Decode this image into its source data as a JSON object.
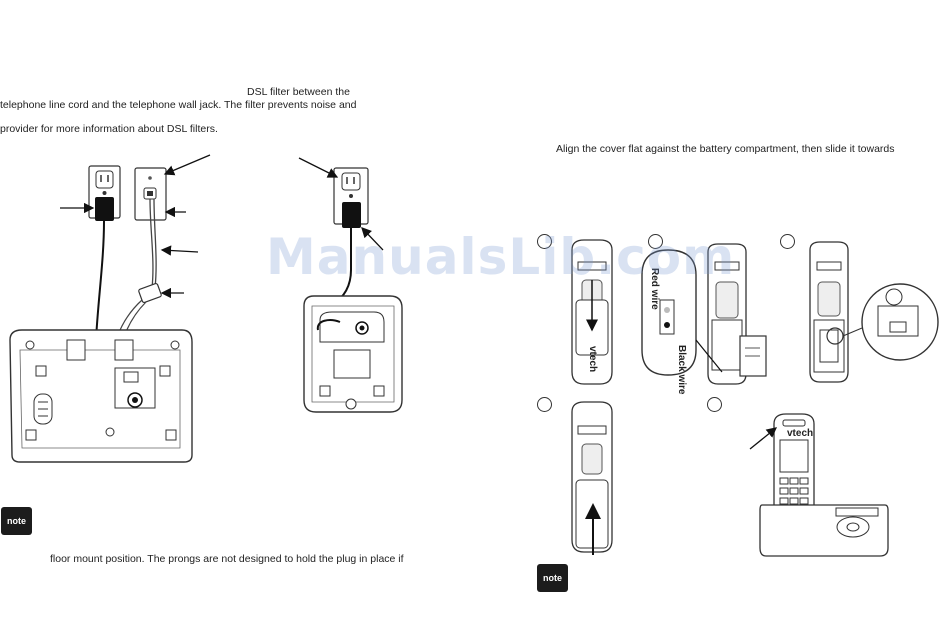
{
  "left_page": {
    "text_line1": "DSL filter between the",
    "text_line2": "telephone line cord and the telephone wall jack. The filter prevents noise and",
    "text_line3": "provider for more information about DSL filters.",
    "note_label": "note",
    "note_text": "floor mount position. The prongs are not designed to hold the plug in place if"
  },
  "right_page": {
    "instruction": "Align the cover flat against the battery compartment, then slide it towards",
    "callout_red_wire": "Red wire",
    "callout_black_wire": "Black wire",
    "brand": "vtech",
    "note_label": "note"
  },
  "watermark": "ManualsLib.com"
}
